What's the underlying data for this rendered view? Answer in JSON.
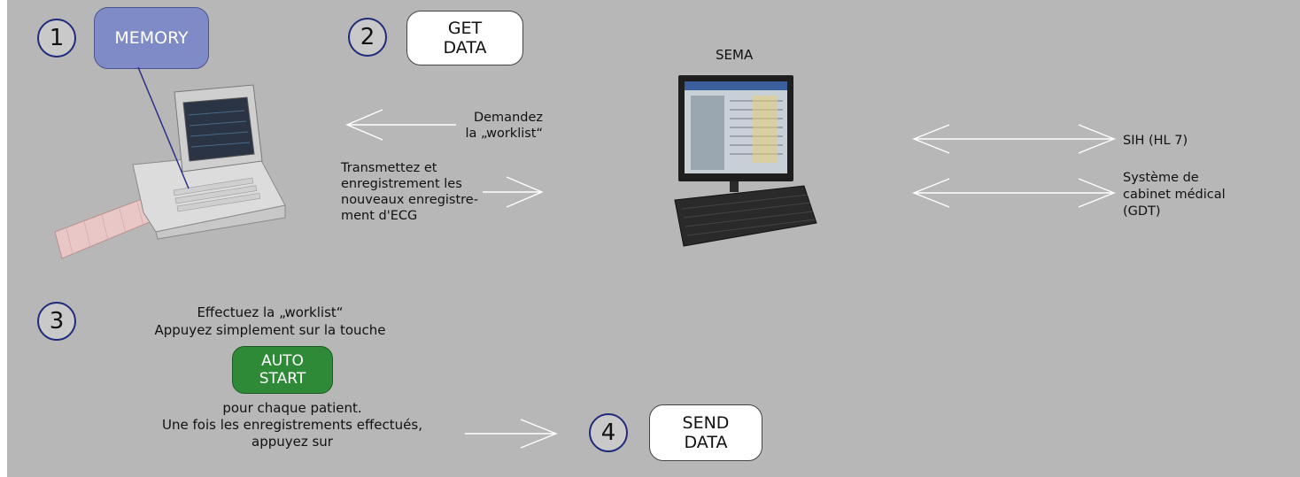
{
  "steps": [
    {
      "number": "1",
      "button_label": "MEMORY"
    },
    {
      "number": "2",
      "button_label": "GET\nDATA"
    },
    {
      "number": "3",
      "button_label": "AUTO\nSTART"
    },
    {
      "number": "4",
      "button_label": "SEND\nDATA"
    }
  ],
  "sema_label": "SEMA",
  "arrows": {
    "request_label": "Demandez\nla „worklist“",
    "transmit_label": "Transmettez et\nenregistrement les\nnouveaux enregistre-\nment d'ECG",
    "sih_label": "SIH (HL 7)",
    "gdt_label": "Système de\ncabinet médical\n(GDT)"
  },
  "step3_text": {
    "line_top": "Effectuez la „worklist“\nAppuyez simplement sur la touche",
    "line_bottom": "pour chaque patient.\nUne fois les enregistrements effectués,\nappuyez sur"
  },
  "colors": {
    "background": "#b7b7b7",
    "memory_button": "#7e8bc6",
    "auto_start_button": "#2f8a38",
    "circle_border": "#1f2a7a"
  },
  "icons": {
    "ecg_device": "ecg-device-image",
    "workstation": "computer-workstation-image"
  }
}
